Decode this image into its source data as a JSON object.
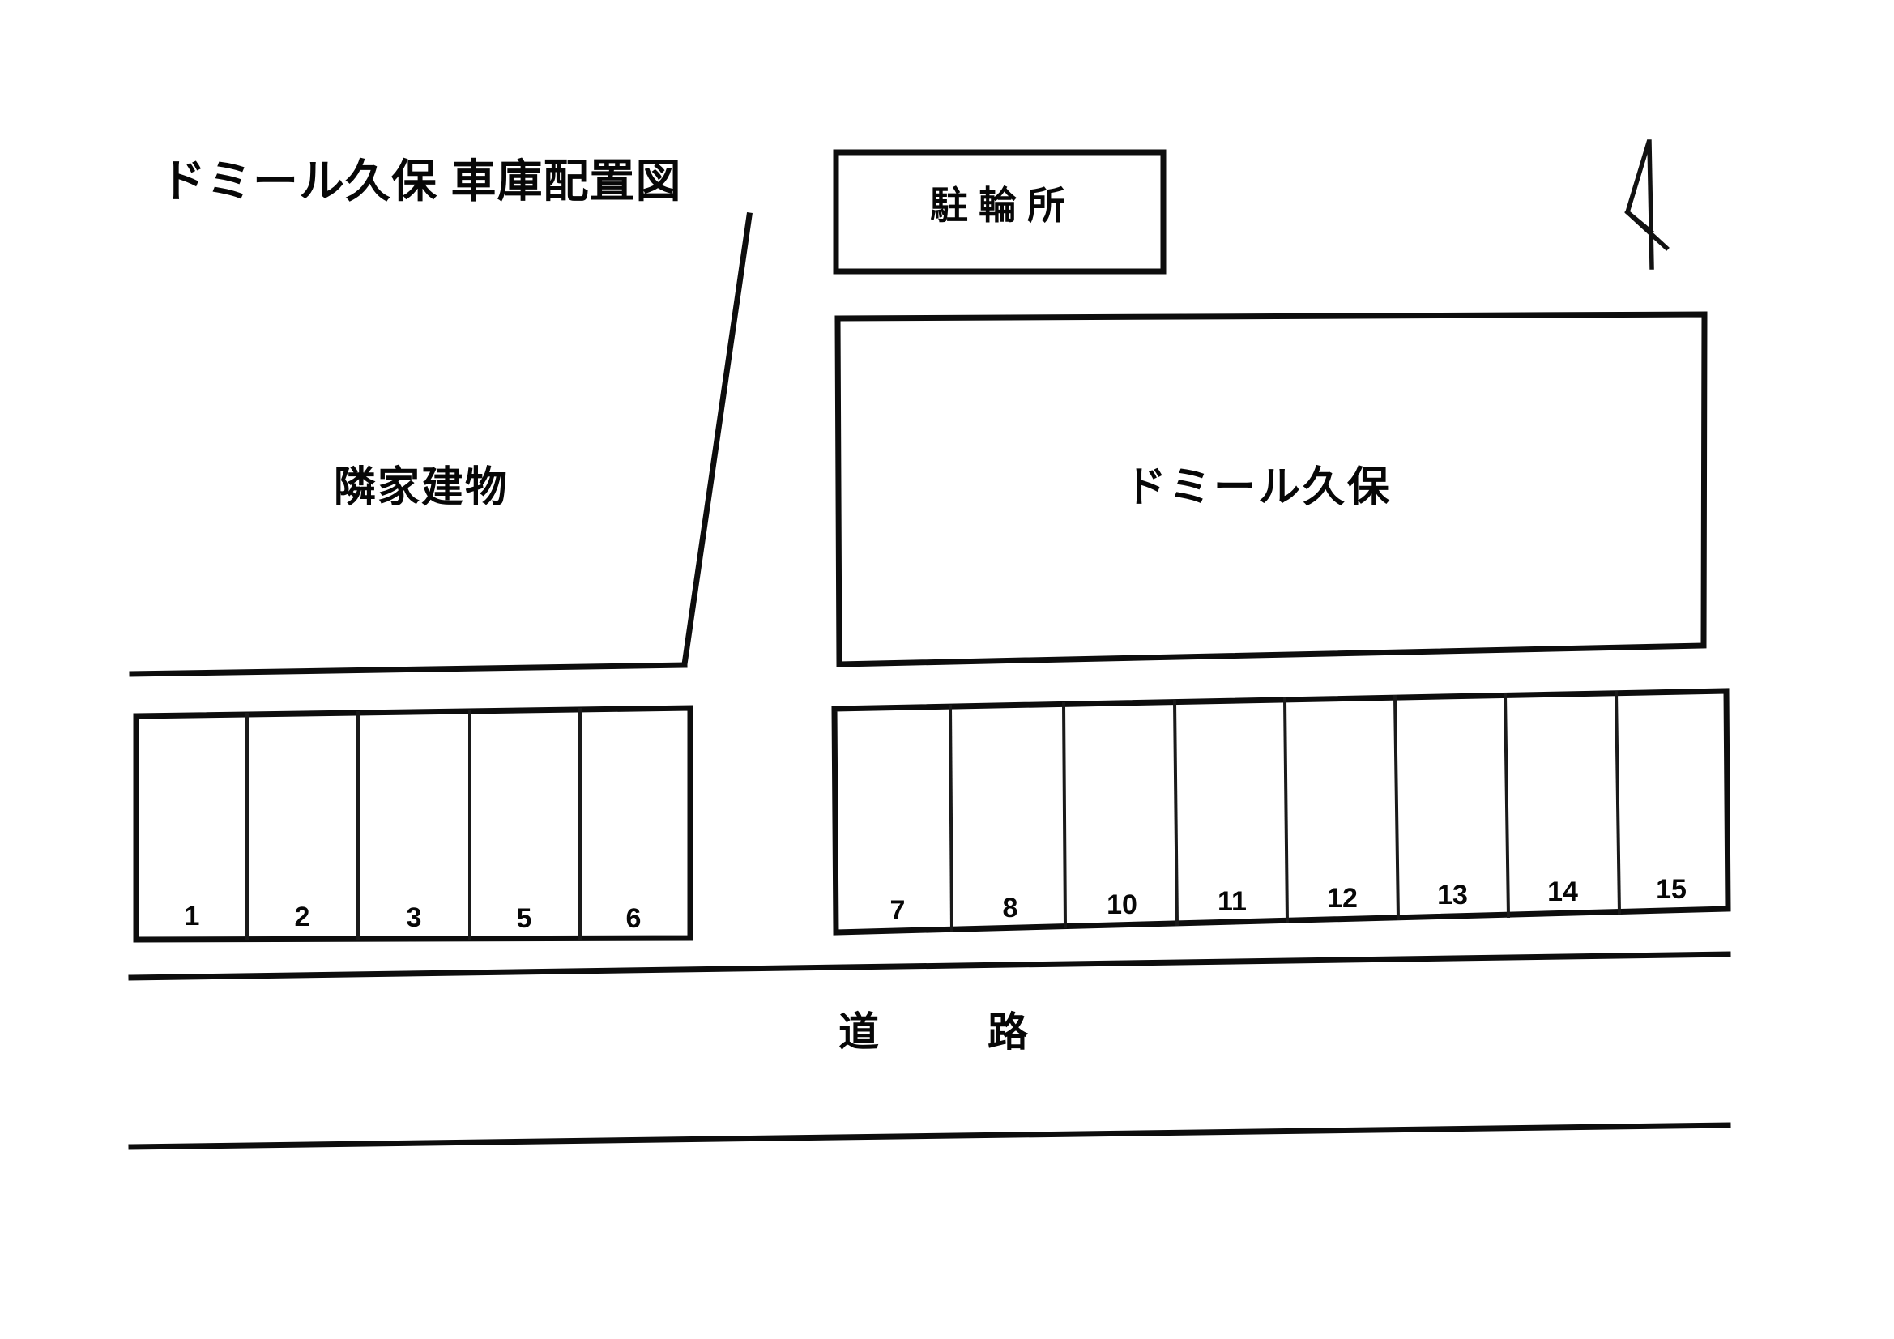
{
  "document": {
    "title": "ドミール久保 車庫配置図",
    "kind": "garage-layout-plan"
  },
  "north_arrow": {
    "icon": "north-arrow-icon",
    "label": ""
  },
  "structures": {
    "bicycle_parking": {
      "label": "駐輪所"
    },
    "main_building": {
      "label": "ドミール久保"
    },
    "neighbor_building": {
      "label": "隣家建物"
    },
    "road": {
      "label": "道　路"
    }
  },
  "parking": {
    "left_block": {
      "stalls": [
        {
          "number": "1"
        },
        {
          "number": "2"
        },
        {
          "number": "3"
        },
        {
          "number": "5"
        },
        {
          "number": "6"
        }
      ]
    },
    "right_block": {
      "stalls": [
        {
          "number": "7"
        },
        {
          "number": "8"
        },
        {
          "number": "10"
        },
        {
          "number": "11"
        },
        {
          "number": "12"
        },
        {
          "number": "13"
        },
        {
          "number": "14"
        },
        {
          "number": "15"
        }
      ]
    }
  },
  "colors": {
    "ink": "#0d0d0d",
    "paper": "#ffffff"
  }
}
